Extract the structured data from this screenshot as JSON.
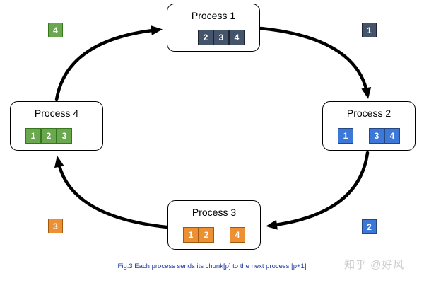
{
  "figure": {
    "caption": "Fig.3 Each process sends its chunk[p] to the next process [p+1]",
    "watermark": "知乎 @好风"
  },
  "colors": {
    "process1": {
      "fill": "#44546a",
      "border": "#1e2530"
    },
    "process2": {
      "fill": "#3c78d8",
      "border": "#27477e"
    },
    "process3": {
      "fill": "#ed8f33",
      "border": "#a05a10"
    },
    "process4": {
      "fill": "#6aa84f",
      "border": "#38761d"
    },
    "arrow": "#000000",
    "caption_text": "#1f3aa5",
    "watermark_text": "#cbcbcb"
  },
  "processes": [
    {
      "title": "Process 1",
      "slots": [
        "",
        "2",
        "3",
        "4"
      ]
    },
    {
      "title": "Process 2",
      "slots": [
        "1",
        "",
        "3",
        "4"
      ]
    },
    {
      "title": "Process 3",
      "slots": [
        "1",
        "2",
        "",
        "4"
      ]
    },
    {
      "title": "Process 4",
      "slots": [
        "1",
        "2",
        "3",
        ""
      ]
    }
  ],
  "transit_chunks": {
    "top_left": "4",
    "top_right": "1",
    "bottom_right": "2",
    "bottom_left": "3"
  }
}
